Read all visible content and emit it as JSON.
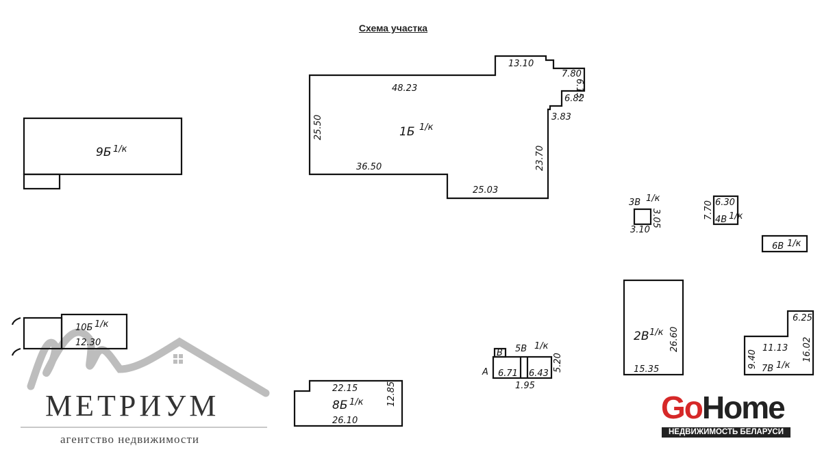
{
  "title": "Схема участка",
  "buildings": {
    "b1": {
      "label": "1Б",
      "frac": "1/к",
      "dims": [
        "48.23",
        "13.10",
        "7.80",
        "6.15",
        "6.82",
        "3.83",
        "25.50",
        "36.50",
        "23.70",
        "25.03"
      ]
    },
    "b9": {
      "label": "9Б",
      "frac": "1/к"
    },
    "b10": {
      "label": "10Б",
      "frac": "1/к",
      "dims": [
        "12.30"
      ]
    },
    "b8": {
      "label": "8Б",
      "frac": "1/к",
      "dims": [
        "22.15",
        "26.10",
        "12.85"
      ]
    },
    "b5": {
      "label": "5В",
      "frac": "1/к",
      "dims": [
        "6.71",
        "6.43",
        "5.20",
        "1.95"
      ],
      "marks": [
        "В",
        "А"
      ]
    },
    "b2": {
      "label": "2В",
      "frac": "1/к",
      "dims": [
        "26.60",
        "15.35"
      ]
    },
    "b3": {
      "label": "3В",
      "frac": "1/к",
      "dims": [
        "3.05",
        "3.10"
      ]
    },
    "b4": {
      "label": "4В",
      "frac": "1/к",
      "dims": [
        "6.30",
        "7.70"
      ]
    },
    "b6": {
      "label": "6В",
      "frac": "1/к"
    },
    "b7": {
      "label": "7В",
      "frac": "1/к",
      "dims": [
        "11.13",
        "16.02",
        "6.25",
        "9.40"
      ]
    }
  },
  "logo_left": {
    "name": "МЕТРИУМ",
    "subtitle": "агентство недвижимости",
    "color": "#333333"
  },
  "logo_right": {
    "go": "Go",
    "home": "Home",
    "tagline": "НЕДВИЖИМОСТЬ БЕЛАРУСИ",
    "accent": "#d62828"
  }
}
